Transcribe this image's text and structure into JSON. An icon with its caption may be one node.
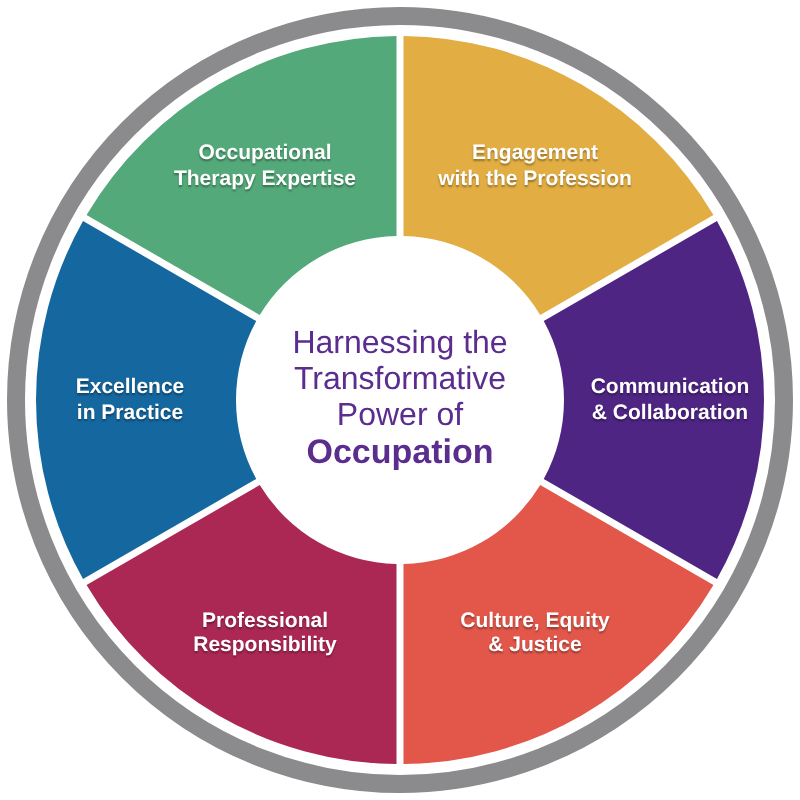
{
  "diagram": {
    "nodes": [
      {
        "text": [
          "Occupational Therapy Expertise"
        ]
      },
      {
        "text": [
          "Engagement with the Profession"
        ]
      },
      {
        "text": [
          "Excellence in Practice"
        ]
      },
      {
        "text": [
          "Harnessing the Transformative Power of **Occupation**"
        ]
      },
      {
        "text": [
          "Communication & Collaboration"
        ]
      },
      {
        "text": [
          "Professional Responsibility"
        ]
      },
      {
        "text": [
          "Culture, Equity & Justice"
        ]
      }
    ]
  }
}
